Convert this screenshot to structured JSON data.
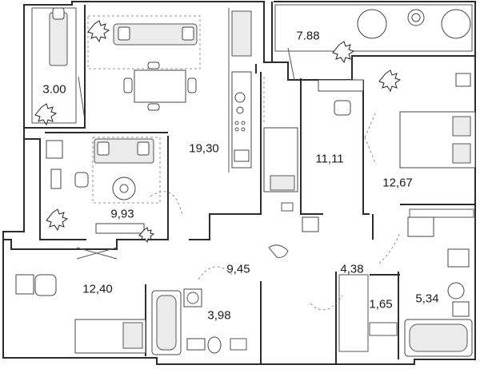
{
  "plan": {
    "rooms": [
      {
        "id": "loggia-left",
        "area": "3.00"
      },
      {
        "id": "balcony-top",
        "area": "7.88"
      },
      {
        "id": "kitchen-living",
        "area": "19,30"
      },
      {
        "id": "room-center",
        "area": "11,11"
      },
      {
        "id": "bedroom-right",
        "area": "12,67"
      },
      {
        "id": "study-left",
        "area": "9,93"
      },
      {
        "id": "bedroom-bottom-left",
        "area": "12,40"
      },
      {
        "id": "hall",
        "area": "9,45"
      },
      {
        "id": "corridor",
        "area": "4,38"
      },
      {
        "id": "bathroom-small",
        "area": "3,98"
      },
      {
        "id": "storage",
        "area": "1,65"
      },
      {
        "id": "bathroom-right",
        "area": "5,34"
      }
    ]
  }
}
